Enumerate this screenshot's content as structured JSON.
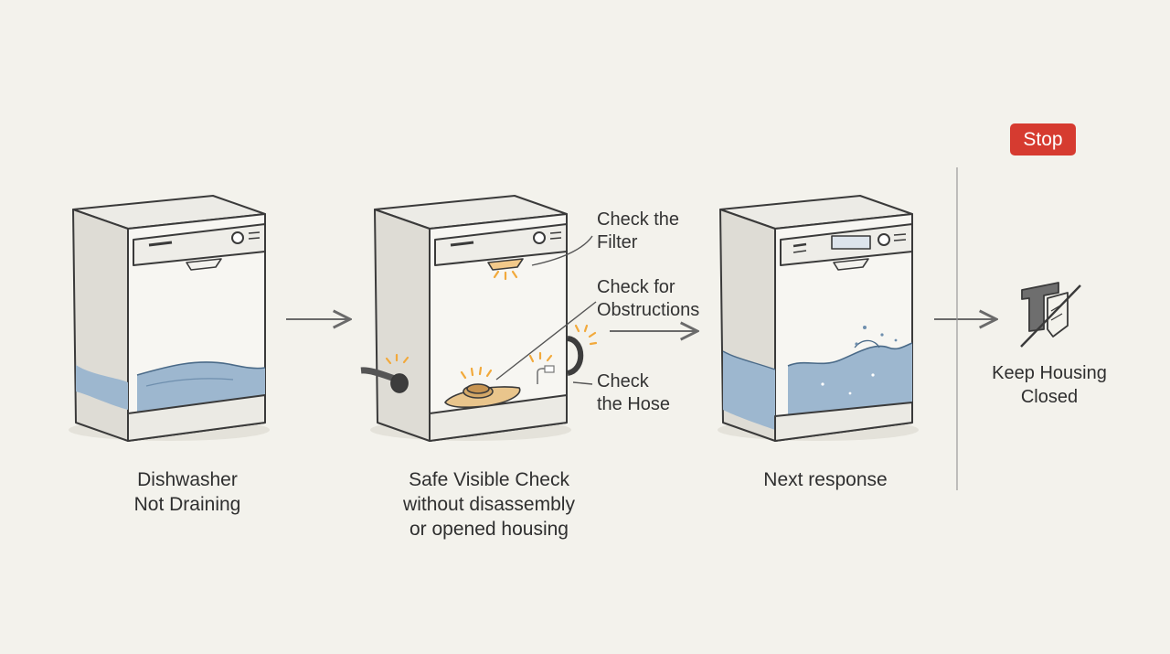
{
  "steps": [
    {
      "caption_line1": "Dishwasher",
      "caption_line2": "Not Draining"
    },
    {
      "caption_line1": "Safe Visible Check",
      "caption_line2": "without disassembly",
      "caption_line3": "or opened housing"
    },
    {
      "caption_line1": "Next response"
    }
  ],
  "callouts": [
    {
      "line1": "Check the",
      "line2": "Filter"
    },
    {
      "line1": "Check for",
      "line2": "Obstructions"
    },
    {
      "line1": "Check",
      "line2": "the Hose"
    }
  ],
  "stop": {
    "badge": "Stop",
    "line1": "Keep Housing",
    "line2": "Closed",
    "icon": "crossed-out-screwdriver-icon"
  },
  "colors": {
    "background": "#f3f2ec",
    "water": "#9db7cf",
    "highlight": "#f2a93b",
    "stop": "#d63b30",
    "outline": "#3a3a3a"
  }
}
